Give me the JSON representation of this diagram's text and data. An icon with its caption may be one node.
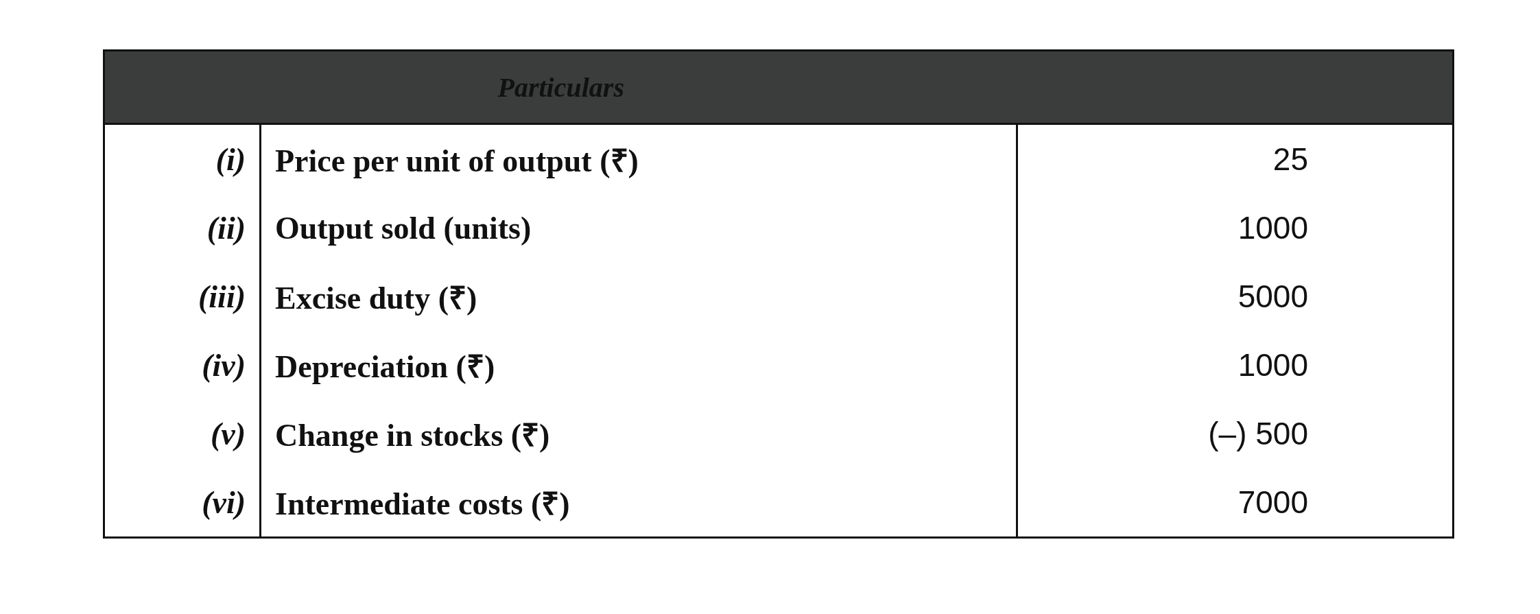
{
  "diagram": {
    "labels": [
      "Particulars",
      "(i)",
      "Price per unit of output (₹)",
      "25",
      "(ii)",
      "Output sold (units)",
      "1000",
      "(iii)",
      "Excise duty (₹)",
      "5000",
      "(iv)",
      "Depreciation (₹)",
      "1000",
      "(v)",
      "Change in stocks (₹)",
      "(–) 500",
      "(vi)",
      "Intermediate costs (₹)",
      "7000"
    ]
  }
}
